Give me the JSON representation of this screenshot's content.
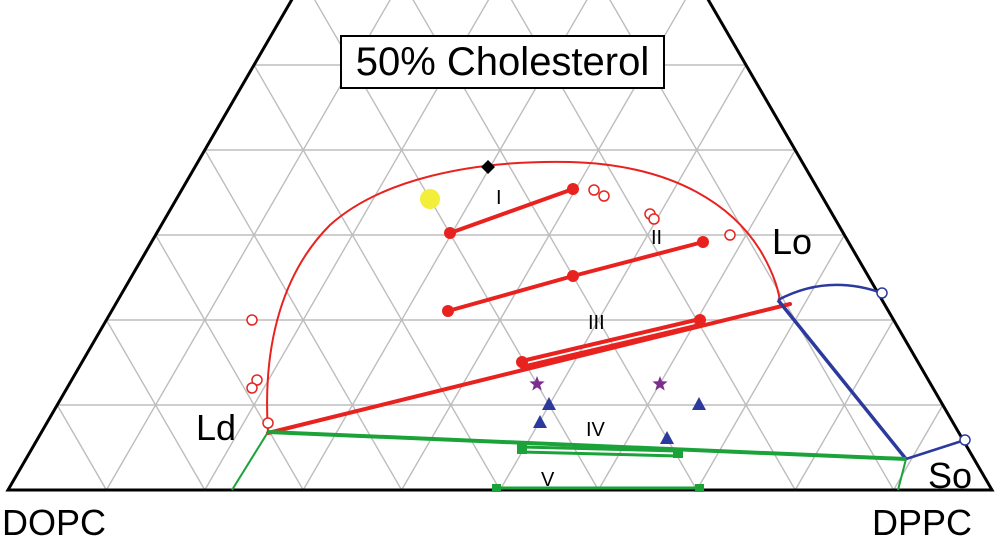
{
  "title": "50% Cholesterol",
  "vertices": {
    "left": "DOPC",
    "right": "DPPC"
  },
  "phase_labels": {
    "lo": "Lo",
    "ld": "Ld",
    "so": "So"
  },
  "regions": [
    "I",
    "II",
    "III",
    "IV",
    "V"
  ],
  "colors": {
    "grid": "#bdbdbd",
    "frame": "#000000",
    "boundary_lo_ld": "#e8231f",
    "boundary_lo_so": "#2b3a9c",
    "boundary_ld_so": "#1ba33a",
    "critical_point": "#f2ee3a",
    "star_marker": "#7b2e8e",
    "triangle_marker": "#2b3a9c",
    "diamond_marker": "#000000"
  },
  "markers": {
    "critical_point": "yellow-circle",
    "open_circle": "open-circle",
    "star": "star",
    "triangle": "triangle",
    "diamond": "diamond"
  }
}
